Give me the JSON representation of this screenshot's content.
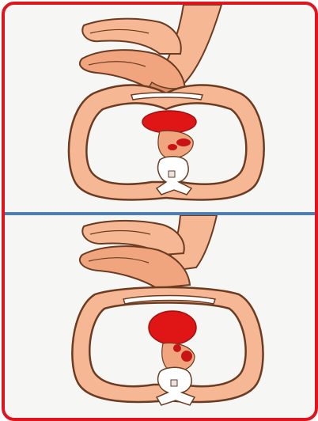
{
  "figure": {
    "panels": [
      {
        "id": "top",
        "depicts": "chest-compression"
      },
      {
        "id": "bottom",
        "depicts": "chest-recoil"
      }
    ]
  },
  "colors": {
    "frame": "#e0141e",
    "divider": "#4f7fae",
    "skin": "#f6b894",
    "skin_dark": "#d98a63",
    "outline": "#6b3b22",
    "heart": "#e01616",
    "heart_outline": "#a31010",
    "background": "#f6f6f4",
    "spine": "#ffffff"
  }
}
